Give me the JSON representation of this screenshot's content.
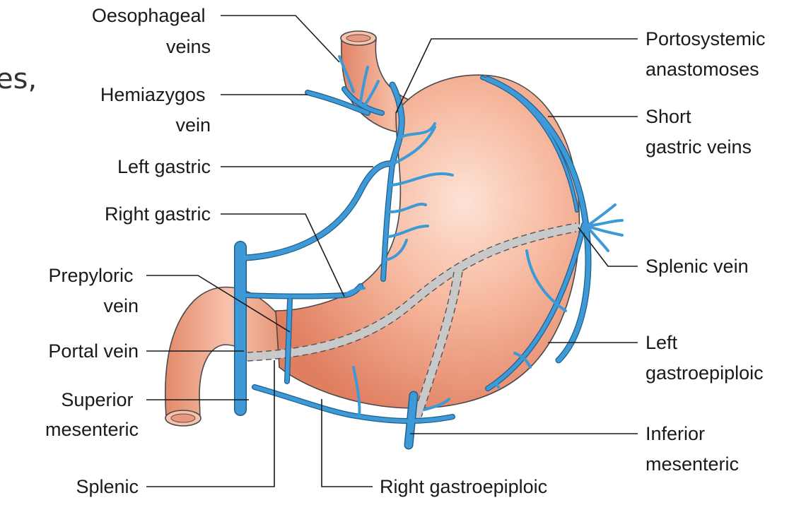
{
  "background_text": "es,",
  "colors": {
    "organ_fill": "#f2a98c",
    "organ_highlight": "#fde3d6",
    "organ_shadow": "#e07e60",
    "vein": "#3d9ad6",
    "vein_outline": "#1f5f8f",
    "hidden_vein": "#c9c9c9",
    "text": "#1a1a1a"
  },
  "labels": {
    "oesophageal_veins": [
      "Oesophageal",
      "veins"
    ],
    "hemiazygos_vein": [
      "Hemiazygos",
      "vein"
    ],
    "left_gastric": [
      "Left gastric"
    ],
    "right_gastric": [
      "Right gastric"
    ],
    "prepyloric_vein": [
      "Prepyloric",
      "vein"
    ],
    "portal_vein": [
      "Portal vein"
    ],
    "superior_mesenteric": [
      "Superior",
      "mesenteric"
    ],
    "splenic": [
      "Splenic"
    ],
    "portosystemic_anastomoses": [
      "Portosystemic",
      "anastomoses"
    ],
    "short_gastric_veins": [
      "Short",
      "gastric veins"
    ],
    "splenic_vein": [
      "Splenic vein"
    ],
    "left_gastroepiploic": [
      "Left",
      "gastroepiploic"
    ],
    "inferior_mesenteric": [
      "Inferior",
      "mesenteric"
    ],
    "right_gastroepiploic": [
      "Right gastroepiploic"
    ]
  }
}
